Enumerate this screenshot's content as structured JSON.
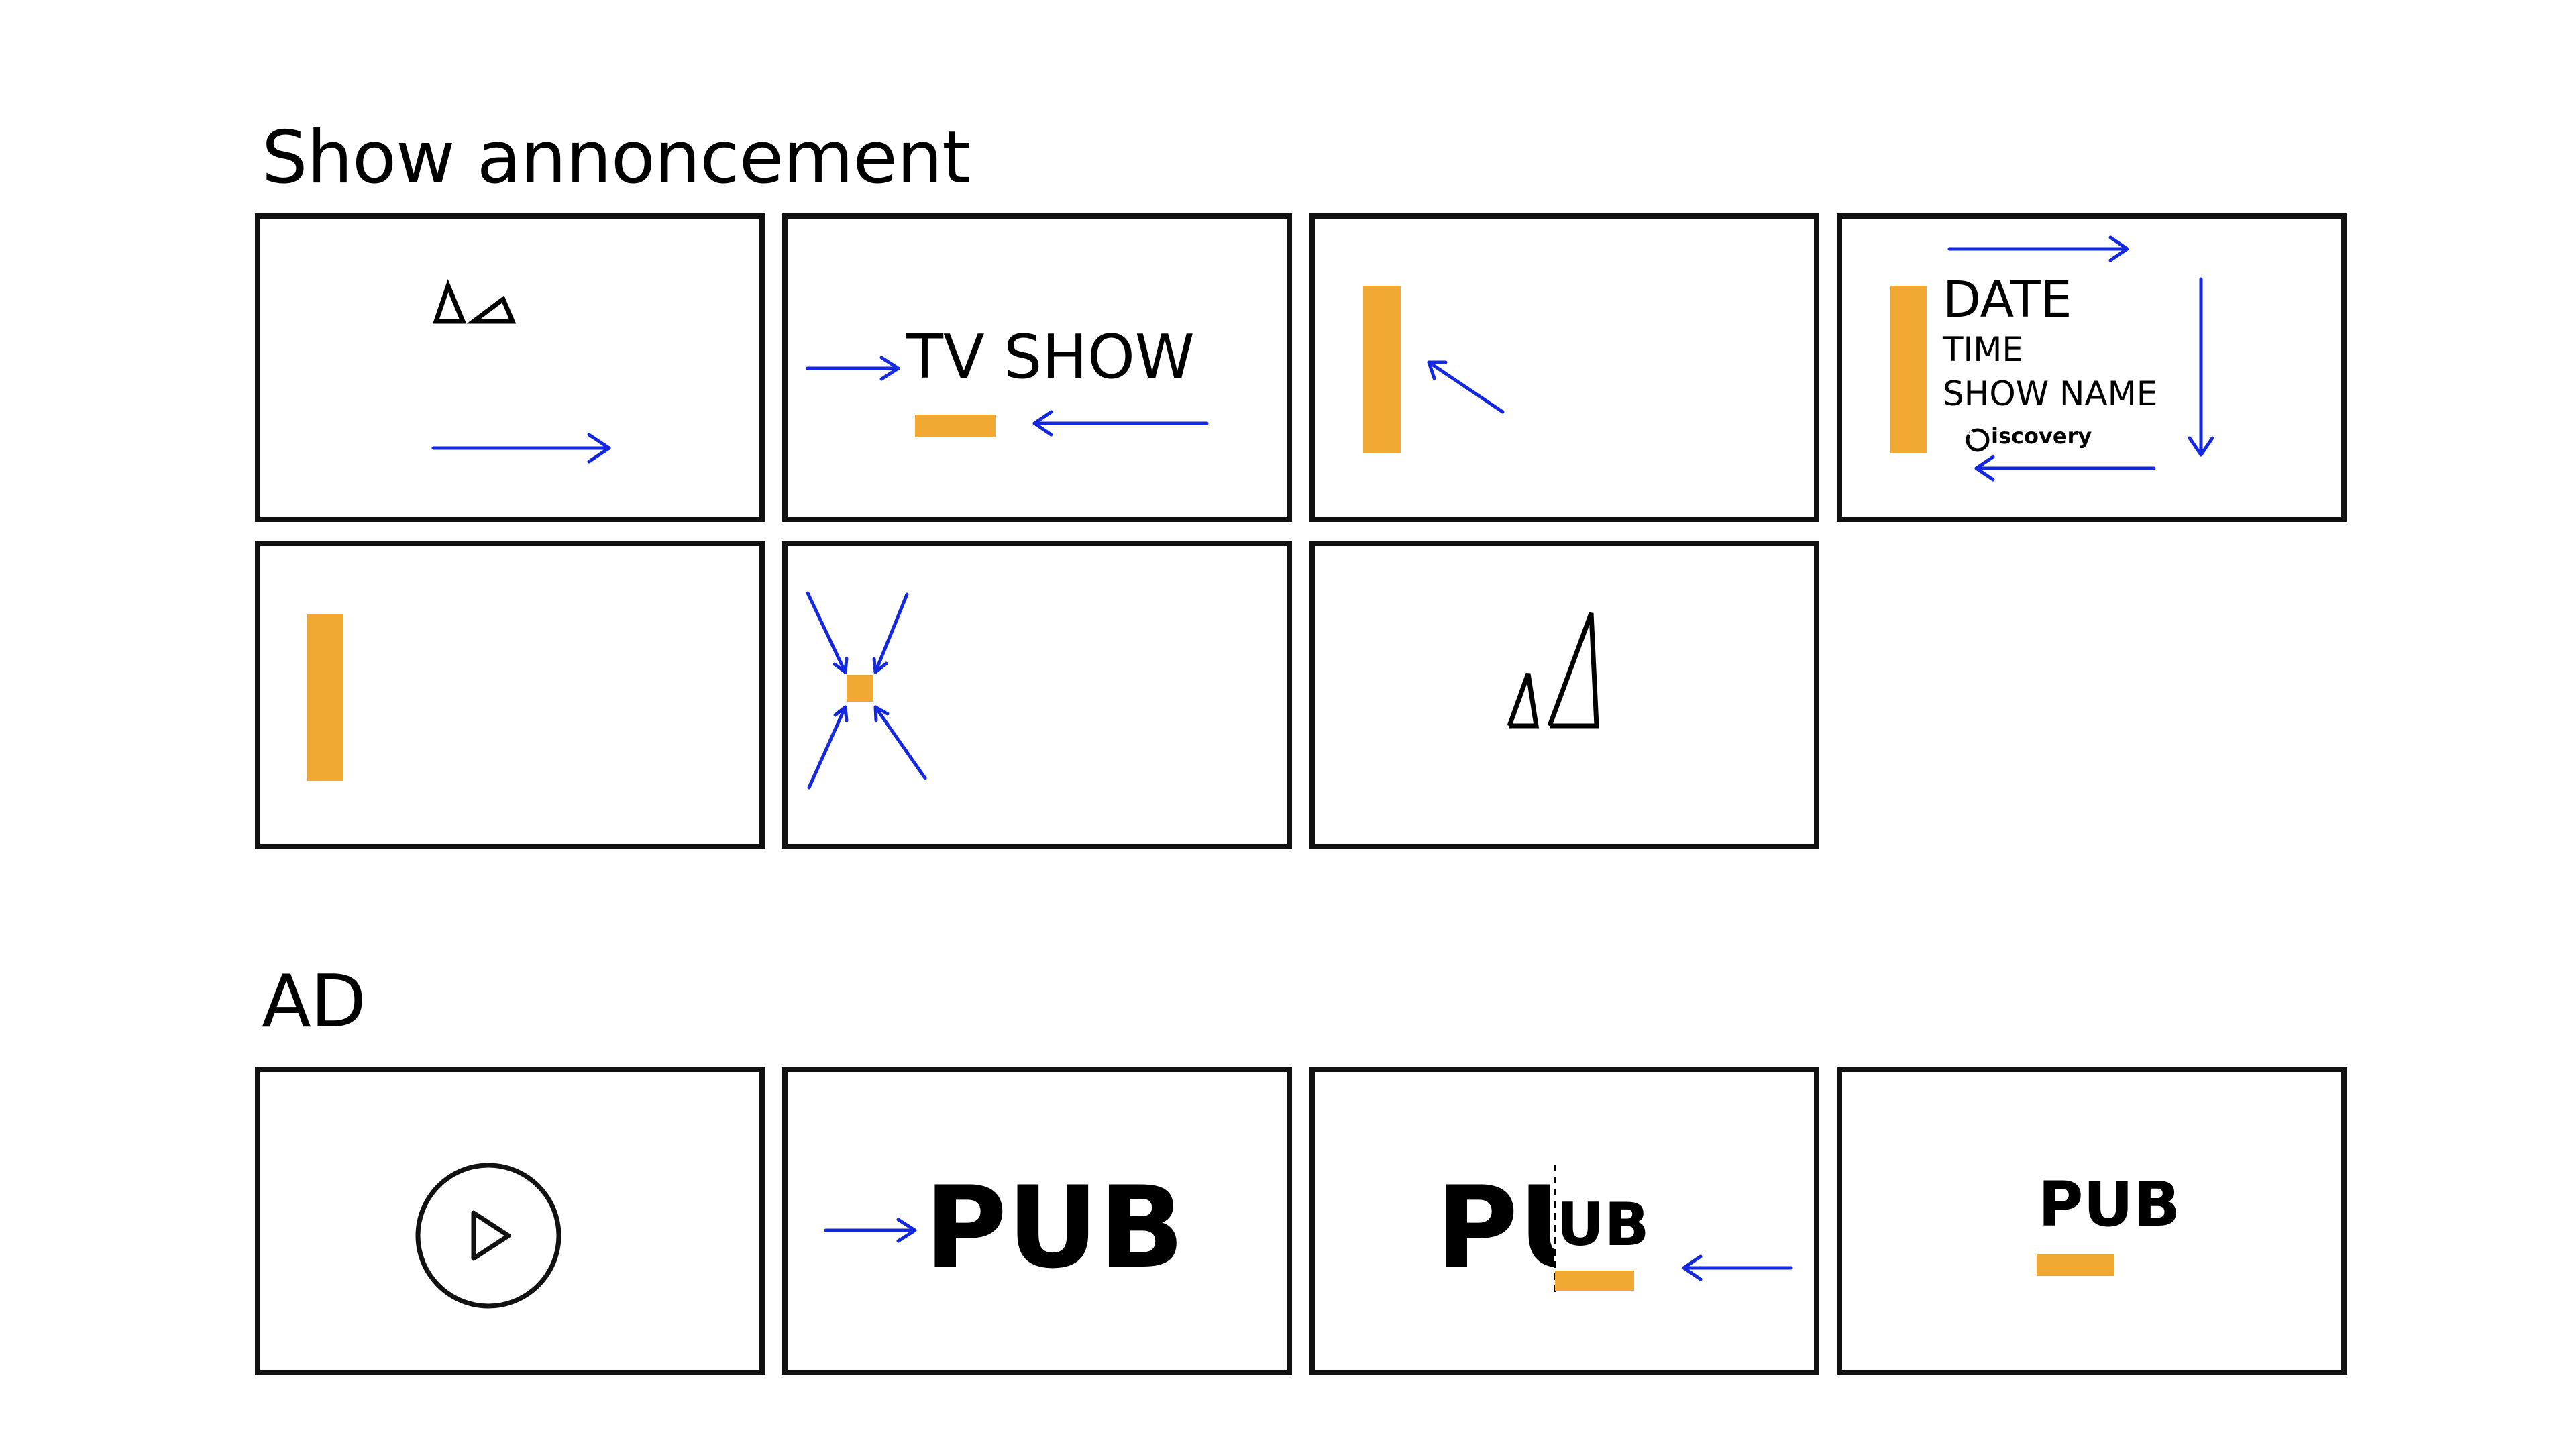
{
  "sections": {
    "show": {
      "title": "Show annoncement"
    },
    "ad": {
      "title": "AD"
    }
  },
  "frames": {
    "show_2": {
      "text": "TV SHOW"
    },
    "show_4": {
      "date": "DATE",
      "time": "TIME",
      "show_name": "SHOW NAME",
      "brand": "iscovery"
    },
    "ad_2": {
      "text": "PUB"
    },
    "ad_3": {
      "text_left": "PU",
      "text_right": "UB"
    },
    "ad_4": {
      "text": "PUB"
    }
  },
  "colors": {
    "accent": "#F2A933",
    "arrow": "#1428E0",
    "border": "#111111"
  },
  "icons": [
    "logo-icon",
    "arrow-icon",
    "play-icon",
    "discovery-logo-icon"
  ]
}
